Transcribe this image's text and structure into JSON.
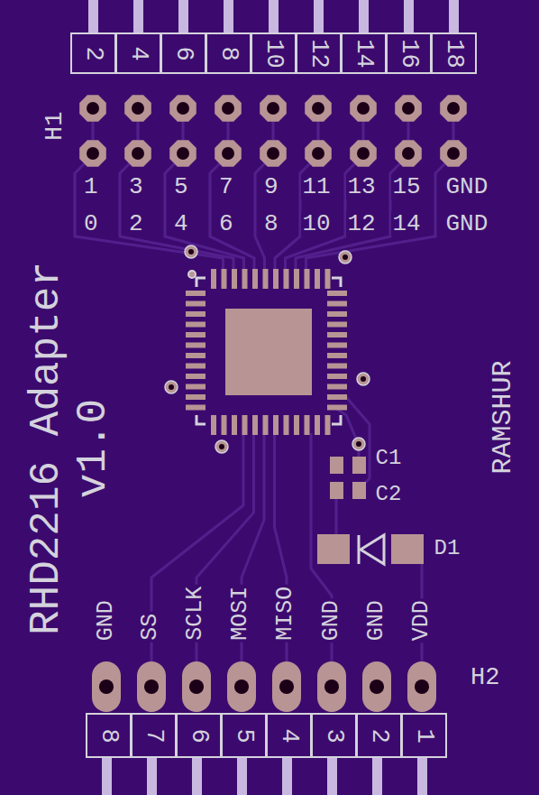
{
  "diagram": {
    "nodes": [
      {
        "text": [
          "2"
        ]
      },
      {
        "text": [
          "4"
        ]
      },
      {
        "text": [
          "6"
        ]
      },
      {
        "text": [
          "8"
        ]
      },
      {
        "text": [
          "10"
        ]
      },
      {
        "text": [
          "12"
        ]
      },
      {
        "text": [
          "14"
        ]
      },
      {
        "text": [
          "16"
        ]
      },
      {
        "text": [
          "18"
        ]
      },
      {
        "text": [
          "8"
        ]
      },
      {
        "text": [
          "7"
        ]
      },
      {
        "text": [
          "6"
        ]
      },
      {
        "text": [
          "5"
        ]
      },
      {
        "text": [
          "4"
        ]
      },
      {
        "text": [
          "3"
        ]
      },
      {
        "text": [
          "2"
        ]
      },
      {
        "text": [
          "1"
        ]
      }
    ],
    "labels": [
      "H1",
      "1",
      "3",
      "5",
      "7",
      "9",
      "11",
      "13",
      "15",
      "GND",
      "0",
      "2",
      "4",
      "6",
      "8",
      "10",
      "12",
      "14",
      "GND",
      "RHD2216 Adapter v1.0",
      "RAMSHUR",
      "C1",
      "C2",
      "D1",
      "GND",
      "SS",
      "SCLK",
      "MOSI",
      "MISO",
      "GND",
      "GND",
      "VDD",
      "H2"
    ]
  }
}
